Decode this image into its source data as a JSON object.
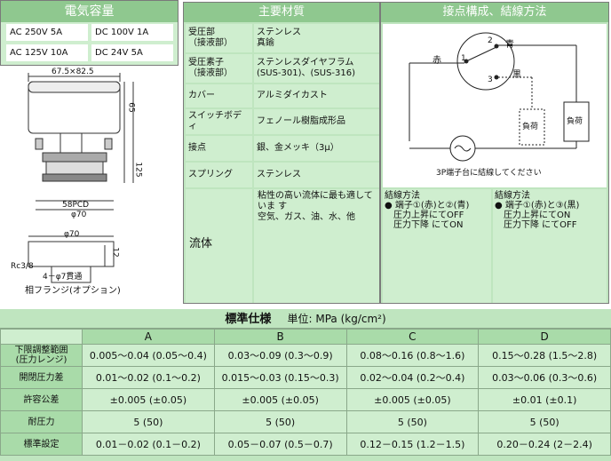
{
  "capacity": {
    "title": "電気容量",
    "rows": [
      [
        "AC 250V 5A",
        "DC 100V 1A"
      ],
      [
        "AC 125V 10A",
        "DC 24V 5A"
      ]
    ]
  },
  "drawing": {
    "dim_top": "67.5×82.5",
    "dim_65": "65",
    "dim_125": "125",
    "pcd": "58PCD",
    "phi70a": "φ70",
    "phi70b": "φ70",
    "dim_12": "12",
    "rc": "Rc3/8",
    "holes": "4－φ7貫通",
    "caption": "相フランジ(オプション)"
  },
  "materials": {
    "title": "主要材質",
    "rows": [
      {
        "label": "受圧部\n（接液部）",
        "value": "ステンレス\n真鍮"
      },
      {
        "label": "受圧素子\n（接液部）",
        "value": "ステンレスダイヤフラム\n(SUS-301)、(SUS-316)"
      },
      {
        "label": "カバー",
        "value": "アルミダイカスト"
      },
      {
        "label": "スイッチボディ",
        "value": "フェノール樹脂成形品"
      },
      {
        "label": "接点",
        "value": "銀、金メッキ（3μ）"
      },
      {
        "label": "スプリング",
        "value": "ステンレス"
      }
    ],
    "fluid_label": "流体",
    "fluid_value": "粘性の高い流体に最も適していま す\n空気、ガス、油、水、他"
  },
  "wiring": {
    "title": "接点構成、結線方法",
    "red": "赤",
    "blue": "青",
    "black": "黒",
    "n1": "1",
    "n2": "2",
    "n3": "3",
    "load1": "負荷",
    "load2": "負荷",
    "note": "3P端子台に結線してください",
    "method1": "結線方法\n● 端子①(赤)と②(青)\n　圧力上昇にてOFF\n　圧力下降 にてON",
    "method2": "結線方法\n● 端子①(赤)と③(黒)\n　圧力上昇にてON\n　圧力下降 にてOFF"
  },
  "spec": {
    "title": "標準仕様",
    "unit": "単位: MPa (kg/cm²)",
    "columns": [
      "A",
      "B",
      "C",
      "D"
    ],
    "rows": [
      {
        "label": "下限調整範囲\n(圧力レンジ)",
        "values": [
          "0.005～0.04 (0.05～0.4)",
          "0.03～0.09 (0.3～0.9)",
          "0.08～0.16 (0.8～1.6)",
          "0.15～0.28 (1.5～2.8)"
        ]
      },
      {
        "label": "開閉圧力差",
        "values": [
          "0.01～0.02 (0.1～0.2)",
          "0.015～0.03 (0.15～0.3)",
          "0.02～0.04 (0.2～0.4)",
          "0.03～0.06 (0.3～0.6)"
        ]
      },
      {
        "label": "許容公差",
        "values": [
          "±0.005 (±0.05)",
          "±0.005 (±0.05)",
          "±0.005 (±0.05)",
          "±0.01 (±0.1)"
        ]
      },
      {
        "label": "耐圧力",
        "values": [
          "5 (50)",
          "5 (50)",
          "5 (50)",
          "5 (50)"
        ]
      },
      {
        "label": "標準設定",
        "values": [
          "0.01－0.02 (0.1－0.2)",
          "0.05－0.07 (0.5－0.7)",
          "0.12－0.15 (1.2－1.5)",
          "0.20－0.24 (2－2.4)"
        ]
      }
    ]
  }
}
